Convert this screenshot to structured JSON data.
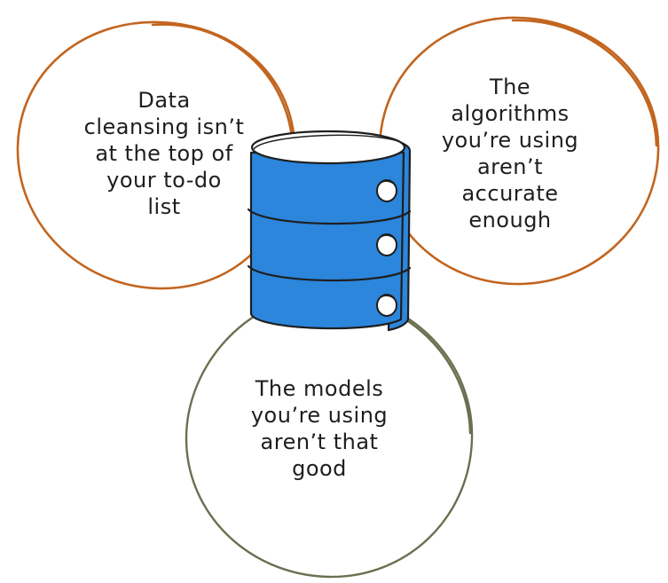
{
  "colors": {
    "circle_top": "#c2651f",
    "circle_bottom": "#6a7050",
    "database_fill": "#2b86dc",
    "stroke": "#1e1e1e"
  },
  "circles": {
    "left": {
      "lines": [
        "Data",
        "cleansing isn’t",
        "at the top of",
        "your to-do",
        "list"
      ]
    },
    "right": {
      "lines": [
        "The",
        "algorithms",
        "you’re using",
        "aren’t",
        "accurate",
        "enough"
      ]
    },
    "bottom": {
      "lines": [
        "The models",
        "you’re using",
        "aren’t that",
        "good"
      ]
    }
  },
  "database": {
    "icon": "database-icon",
    "disk_count": 3
  }
}
